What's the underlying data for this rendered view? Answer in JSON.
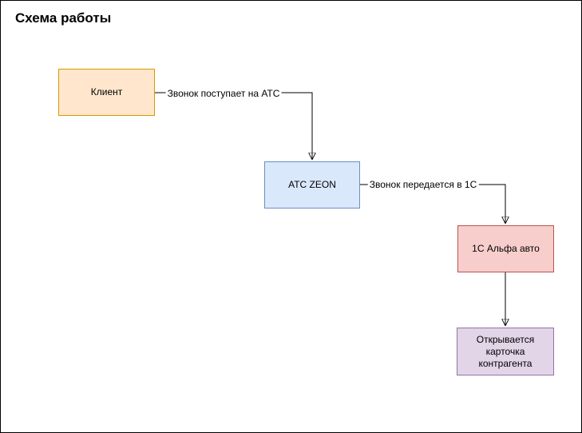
{
  "title": "Схема работы",
  "colors": {
    "background": "#FFFFFF",
    "canvas_border": "#000000",
    "connector": "#000000",
    "text": "#000000"
  },
  "nodes": {
    "client": {
      "label": "Клиент",
      "fill": "#FFE6CC",
      "stroke": "#D79B00"
    },
    "atc": {
      "label": "АТС ZEON",
      "fill": "#DAE8FC",
      "stroke": "#6C8EBF"
    },
    "alfa": {
      "label": "1С Альфа авто",
      "fill": "#F8CECC",
      "stroke": "#B85450"
    },
    "card": {
      "label": "Открывается карточка контрагента",
      "fill": "#E1D5E7",
      "stroke": "#9673A6"
    }
  },
  "edges": [
    {
      "from": "client",
      "to": "atc",
      "label": "Звонок поступает на АТС"
    },
    {
      "from": "atc",
      "to": "alfa",
      "label": "Звонок передается в 1С"
    },
    {
      "from": "alfa",
      "to": "card",
      "label": ""
    }
  ]
}
